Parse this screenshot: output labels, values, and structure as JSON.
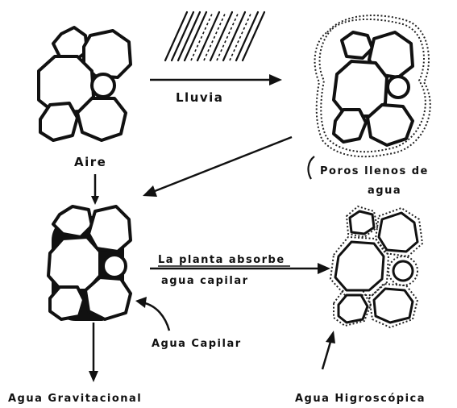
{
  "labels": {
    "rain": "Lluvia",
    "air": "Aire",
    "pores_filled_line1": "Poros llenos de",
    "pores_filled_line2": "agua",
    "plant_absorbs_line1": "La planta absorbe",
    "plant_absorbs_line2": "agua capilar",
    "capillary_water": "Agua Capilar",
    "gravitational_water": "Agua Gravitacional",
    "hygroscopic_water": "Agua Higroscópica"
  }
}
